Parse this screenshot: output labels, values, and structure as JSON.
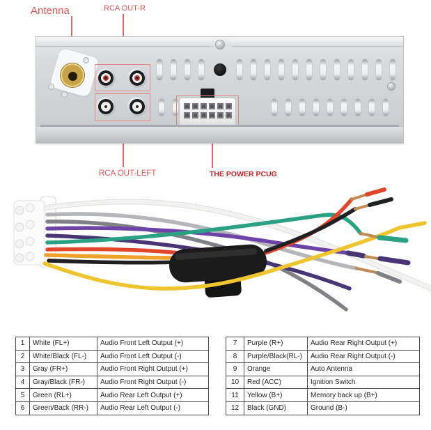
{
  "callouts": {
    "antenna": "Antenna",
    "rca_out_r": "RCA OUT-R",
    "rca_out_left": "RCA OUT-LEFT",
    "power_plug": "THE POWER PCUG"
  },
  "colors": {
    "label_red": "#e25555",
    "power_label_red": "#c2252b",
    "leader_line_red": "#d86a6a",
    "callout_box_red": "#e58585",
    "antenna_gold": "#c7a449",
    "rca_right_center": "#bd3531",
    "rca_left_center": "#efefef",
    "copper": "#c18a52"
  },
  "harness": {
    "connector_pin_count": 12,
    "wires": [
      {
        "name": "white",
        "color": "#f2f2f0"
      },
      {
        "name": "gray",
        "color": "#b4b6ba"
      },
      {
        "name": "white-black",
        "color": "#808186"
      },
      {
        "name": "purple",
        "color": "#6d43a8"
      },
      {
        "name": "purple-black",
        "color": "#473575"
      },
      {
        "name": "green",
        "color": "#2ba183"
      },
      {
        "name": "red",
        "color": "#e2462b"
      },
      {
        "name": "orange",
        "color": "#efa12c"
      },
      {
        "name": "yellow",
        "color": "#eec52e"
      },
      {
        "name": "black",
        "color": "#202022"
      }
    ]
  },
  "pin_tables": {
    "left": {
      "rows": [
        {
          "num": "1",
          "wire": "White (FL+)",
          "function": "Audio Front Left Output (+)"
        },
        {
          "num": "2",
          "wire": "White/Black (FL-)",
          "function": "Audio Front Left Output (-)"
        },
        {
          "num": "3",
          "wire": "Gray (FR+)",
          "function": "Audio Front Right Output (+)"
        },
        {
          "num": "4",
          "wire": "Gray/Black (FR-)",
          "function": "Audio Front Right Output (-)"
        },
        {
          "num": "5",
          "wire": "Green (RL+)",
          "function": "Audio Rear Left Output (+)"
        },
        {
          "num": "6",
          "wire": "Green/Back (RR-)",
          "function": "Audio Rear Left Output (-)"
        }
      ]
    },
    "right": {
      "rows": [
        {
          "num": "7",
          "wire": "Purple (R+)",
          "function": "Audio Rear Right Output (+)"
        },
        {
          "num": "8",
          "wire": "Purple/Black(RL-)",
          "function": "Audio Rear Right Output (-)"
        },
        {
          "num": "9",
          "wire": "Orange",
          "function": "Auto Antenna"
        },
        {
          "num": "10",
          "wire": "Red (ACC)",
          "function": "Ignition Switch"
        },
        {
          "num": "11",
          "wire": "Yellow (B+)",
          "function": "Memory back up (B+)"
        },
        {
          "num": "12",
          "wire": "Black (GND)",
          "function": "Ground (B-)"
        }
      ]
    }
  }
}
